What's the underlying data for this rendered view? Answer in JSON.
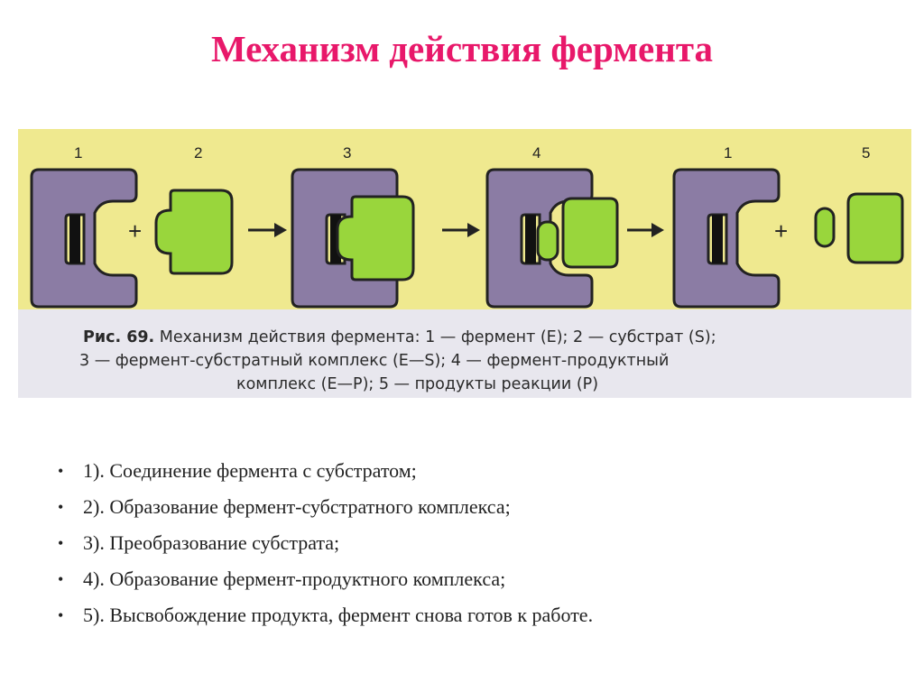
{
  "title": "Механизм действия фермента",
  "figure": {
    "labels": [
      "1",
      "2",
      "3",
      "4",
      "1",
      "5"
    ],
    "plus": "+",
    "caption": {
      "lead": "Рис. 69.",
      "line1": "Механизм действия фермента: 1 — фермент (E); 2 — субстрат (S);",
      "line2": "3 — фермент-субстратный комплекс (E—S); 4 — фермент-продуктный",
      "line3": "комплекс (E—P); 5 — продукты реакции (P)"
    },
    "colors": {
      "enzyme": "#8b7ca4",
      "substrate": "#99d63c",
      "background": "#efe98f",
      "outline": "#222222"
    }
  },
  "steps": [
    "1). Соединение фермента с субстратом;",
    "2). Образование фермент-субстратного комплекса;",
    "3). Преобразование субстрата;",
    "4). Образование фермент-продуктного комплекса;",
    "5). Высвобождение продукта, фермент снова готов к работе."
  ],
  "bullet": "•"
}
